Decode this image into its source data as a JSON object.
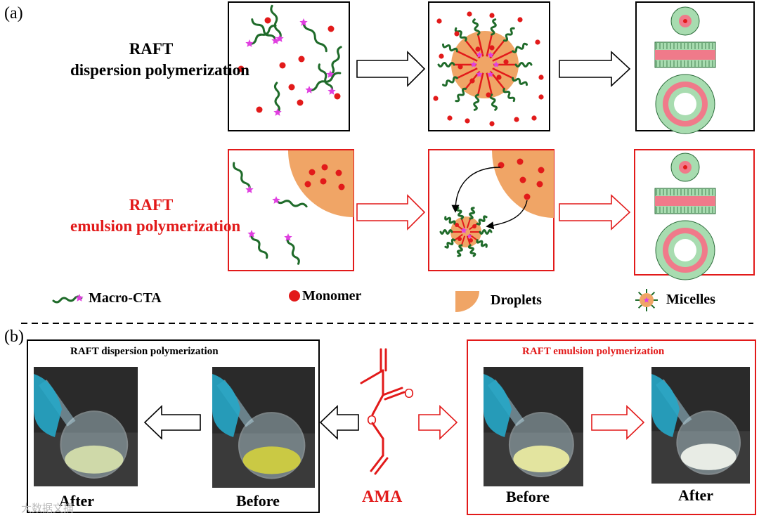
{
  "panel_a": {
    "label": "(a)",
    "dispersion_title": [
      "RAFT",
      "dispersion polymerization"
    ],
    "emulsion_title": [
      "RAFT",
      "emulsion polymerization"
    ],
    "legend": {
      "macro_cta": "Macro-CTA",
      "monomer": "Monomer",
      "droplets": "Droplets",
      "micelles": "Micelles"
    }
  },
  "panel_b": {
    "label": "(b)",
    "dispersion_box_title": "RAFT dispersion polymerization",
    "emulsion_box_title": "RAFT emulsion polymerization",
    "dispersion_captions": {
      "after": "After",
      "before": "Before"
    },
    "emulsion_captions": {
      "before": "Before",
      "after": "After"
    },
    "monomer_name": "AMA"
  },
  "watermark": "大数据文摘",
  "colors": {
    "red": "#e21a1a",
    "green": "#1f6b2a",
    "magenta": "#e040e0",
    "droplet_orange": "#f0a566",
    "micelle_green": "#a8dcb0",
    "micelle_pink": "#f07a8a"
  }
}
